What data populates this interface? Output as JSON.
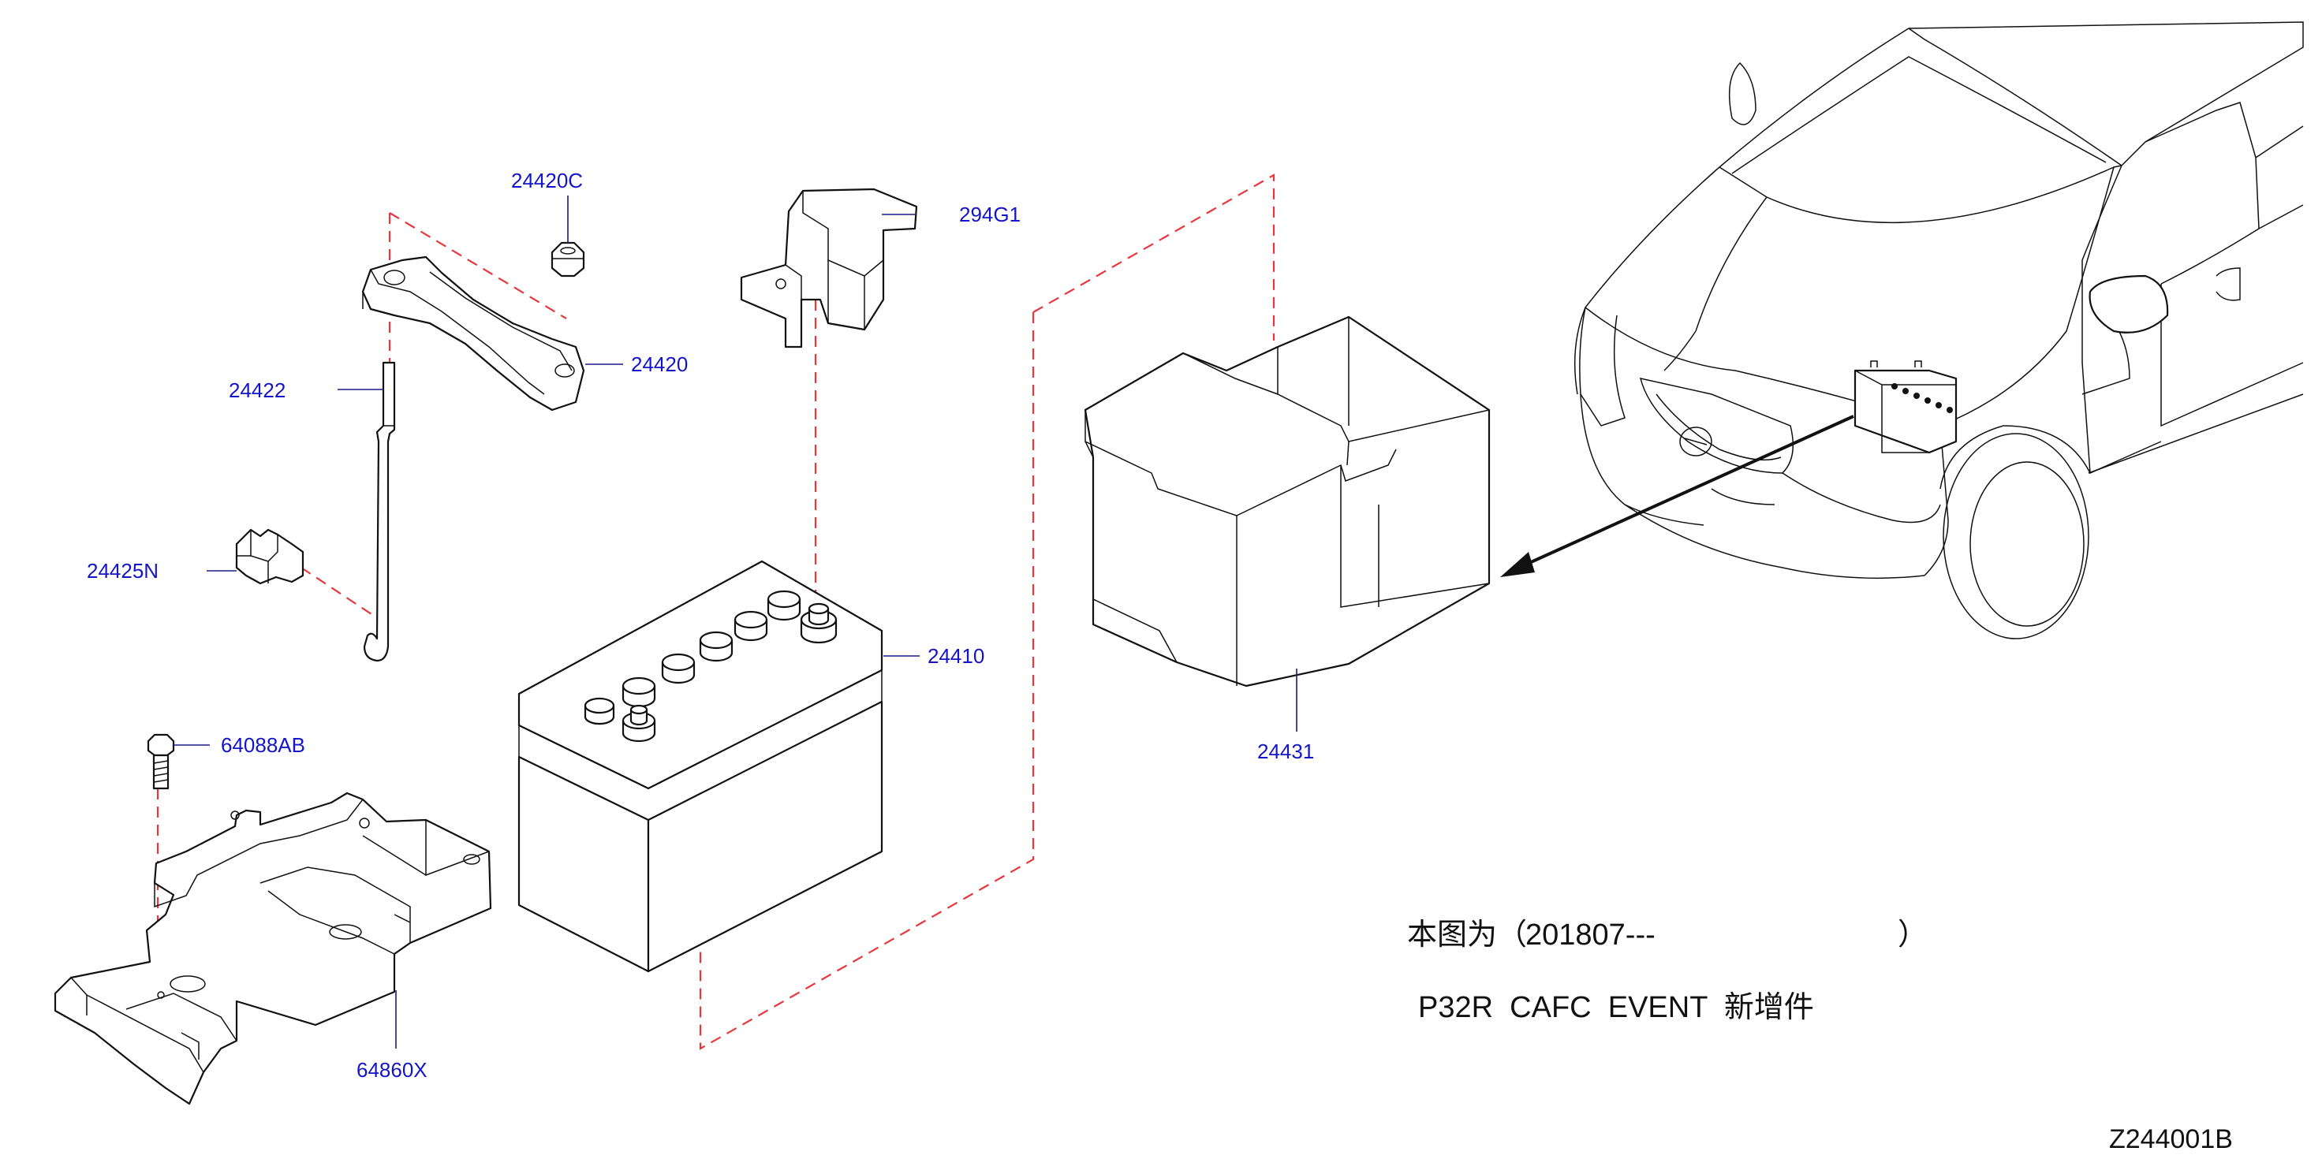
{
  "part_labels": {
    "p24420C": "24420C",
    "p294G1": "294G1",
    "p24420": "24420",
    "p24422": "24422",
    "p24425N": "24425N",
    "p24410": "24410",
    "p64088AB": "64088AB",
    "p64860X": "64860X",
    "p24431": "24431"
  },
  "notes": {
    "line1_prefix": "本图为（",
    "line1_date": "201807---",
    "line1_suffix": "）",
    "line2": "P32R  CAFC  EVENT  新增件"
  },
  "diagram_code": "Z244001B",
  "colors": {
    "label_text": "#1414c8",
    "dashed_guide": "#e8383d",
    "line_art": "#111111"
  }
}
